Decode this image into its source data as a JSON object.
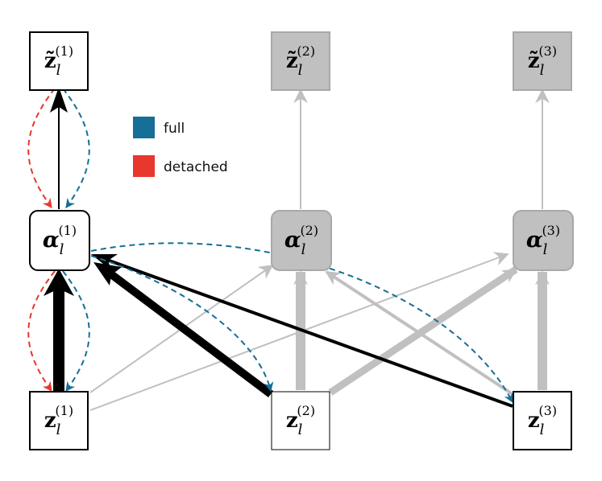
{
  "colors": {
    "full": "#176e96",
    "detached": "#e8372c",
    "active": "#000000",
    "inactive": "#c0c0c0",
    "inactive_fill": "#c0c0c0",
    "inactive_stroke": "#a8a8a8"
  },
  "legend": {
    "full_label": "full",
    "detached_label": "detached"
  },
  "nodes": {
    "zt1": {
      "base": "z̃",
      "sup": "(1)",
      "sub": "l"
    },
    "zt2": {
      "base": "z̃",
      "sup": "(2)",
      "sub": "l"
    },
    "zt3": {
      "base": "z̃",
      "sup": "(3)",
      "sub": "l"
    },
    "a1": {
      "base": "α",
      "sup": "(1)",
      "sub": "l"
    },
    "a2": {
      "base": "α",
      "sup": "(2)",
      "sub": "l"
    },
    "a3": {
      "base": "α",
      "sup": "(3)",
      "sub": "l"
    },
    "z1": {
      "base": "z",
      "sup": "(1)",
      "sub": "l"
    },
    "z2": {
      "base": "z",
      "sup": "(2)",
      "sub": "l"
    },
    "z3": {
      "base": "z",
      "sup": "(3)",
      "sub": "l"
    }
  }
}
